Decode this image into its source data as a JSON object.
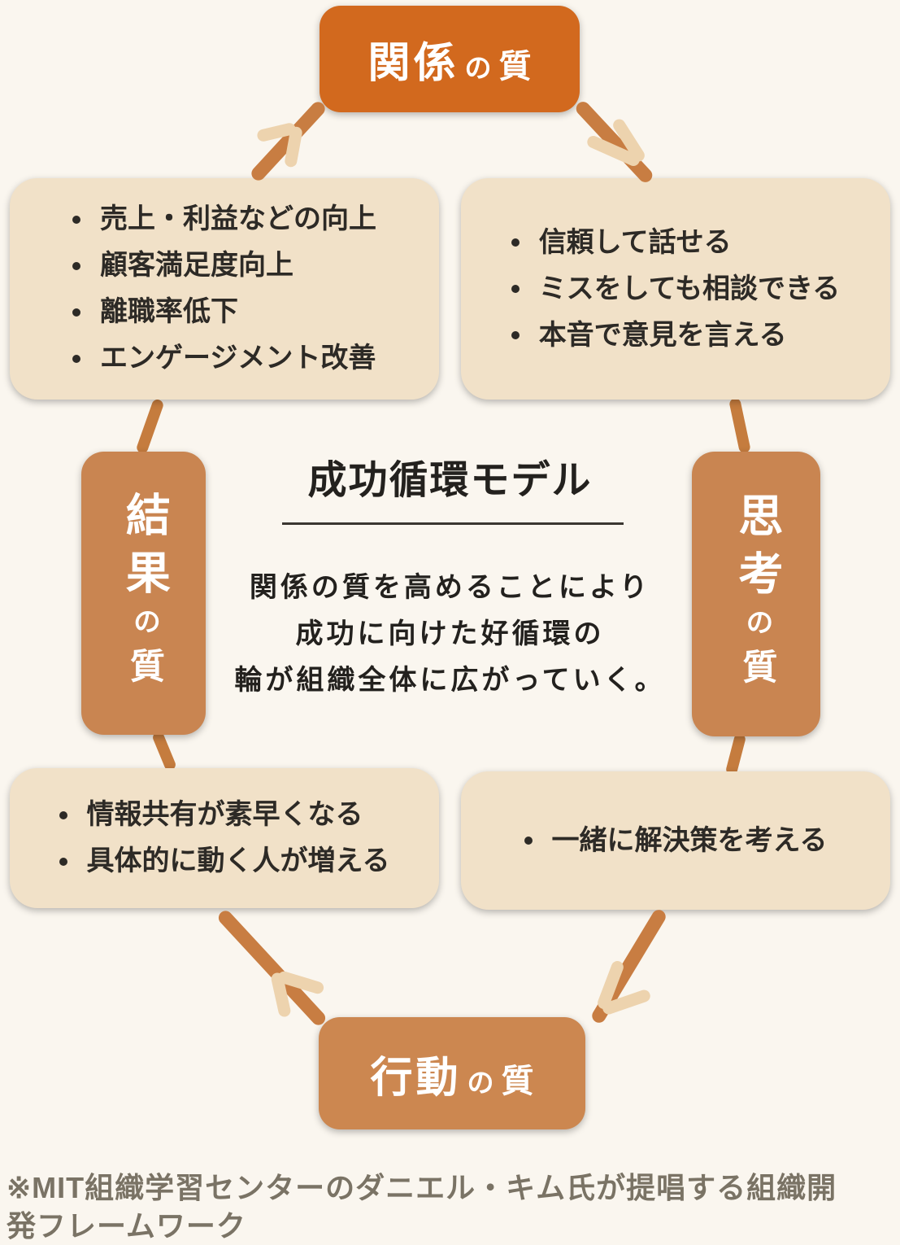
{
  "center": {
    "title": "成功循環モデル",
    "description": [
      "関係の質を高めることにより",
      "成功に向けた好循環の",
      "輪が組織全体に広がっていく。"
    ]
  },
  "nodes": {
    "relation": {
      "main": "関係",
      "particle": "の",
      "suffix": "質"
    },
    "thought": {
      "main": "思考",
      "particle": "の",
      "suffix": "質"
    },
    "action": {
      "main": "行動",
      "particle": "の",
      "suffix": "質"
    },
    "result": {
      "main": "結果",
      "particle": "の",
      "suffix": "質"
    }
  },
  "lists": {
    "result_effects": {
      "items": [
        "売上・利益などの向上",
        "顧客満足度向上",
        "離職率低下",
        "エンゲージメント改善"
      ]
    },
    "relation_effects": {
      "items": [
        "信頼して話せる",
        "ミスをしても相談できる",
        "本音で意見を言える"
      ]
    },
    "action_effects": {
      "items": [
        "情報共有が素早くなる",
        "具体的に動く人が増える"
      ]
    },
    "thought_effects": {
      "items": [
        "一緒に解決策を考える"
      ]
    }
  },
  "footnote": {
    "lines": [
      "※MIT組織学習センターのダニエル・キム氏が提唱する組織開",
      "発フレームワーク"
    ]
  },
  "colors": {
    "primary_orange": "#D2691E",
    "secondary_orange": "#CA8550",
    "panel_beige": "#F1E1C8",
    "background": "#FAF6EF",
    "arrow_shaft": "#C87D42",
    "arrow_head": "#EDD3AE",
    "footnote_text": "#7A7365"
  }
}
